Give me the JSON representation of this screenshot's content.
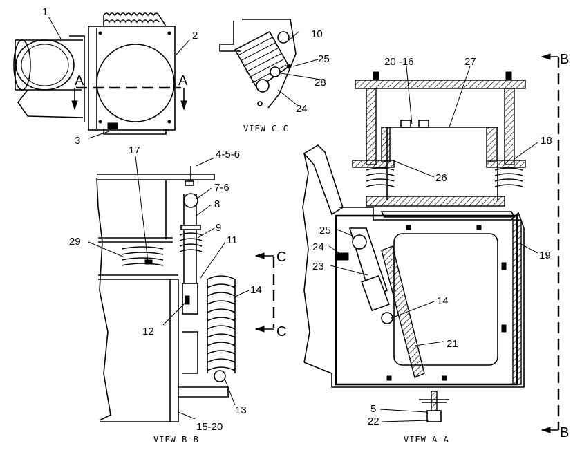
{
  "views": {
    "top_left": {
      "title": "",
      "callouts": [
        "1",
        "2",
        "3"
      ],
      "section_letter_left": "A",
      "section_letter_right": "A"
    },
    "c_c": {
      "title": "VIEW C-C",
      "callouts": [
        "10",
        "25",
        "28",
        "24"
      ]
    },
    "b_b": {
      "title": "VIEW B-B",
      "callouts": [
        "17",
        "4-5-6",
        "7-6",
        "8",
        "9",
        "29",
        "11",
        "14",
        "12",
        "13",
        "15-20"
      ],
      "section_letter_top": "C",
      "section_letter_bottom": "C"
    },
    "a_a": {
      "title": "VIEW A-A",
      "callouts": [
        "20 -16",
        "27",
        "18",
        "26",
        "25",
        "24",
        "23",
        "19",
        "14",
        "21",
        "5",
        "22"
      ],
      "section_letter_top": "B",
      "section_letter_bottom": "B"
    }
  }
}
